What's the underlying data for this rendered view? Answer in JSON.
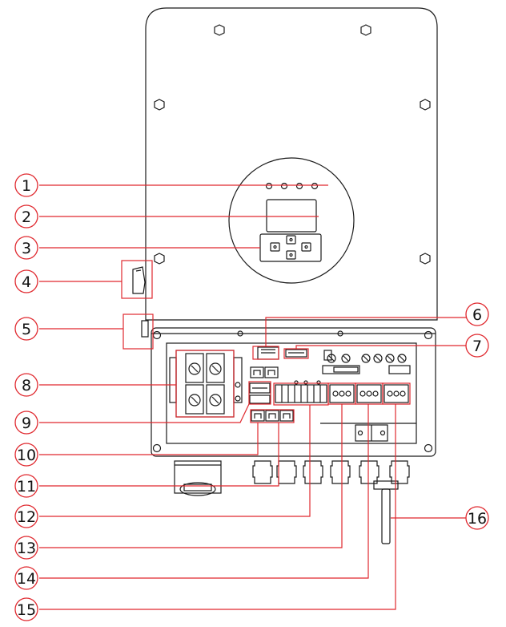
{
  "diagram": {
    "callouts": [
      {
        "num": "1"
      },
      {
        "num": "2"
      },
      {
        "num": "3"
      },
      {
        "num": "4"
      },
      {
        "num": "5"
      },
      {
        "num": "6"
      },
      {
        "num": "7"
      },
      {
        "num": "8"
      },
      {
        "num": "9"
      },
      {
        "num": "10"
      },
      {
        "num": "11"
      },
      {
        "num": "12"
      },
      {
        "num": "13"
      },
      {
        "num": "14"
      },
      {
        "num": "15"
      },
      {
        "num": "16"
      }
    ],
    "colors": {
      "line": "#1a1a1a",
      "accent": "#e0282e",
      "background": "#ffffff"
    }
  }
}
